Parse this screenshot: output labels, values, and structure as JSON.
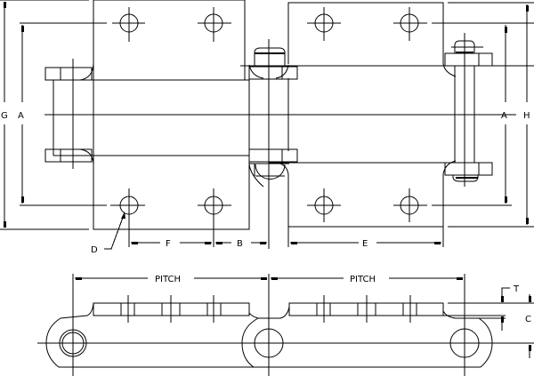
{
  "drawing": {
    "title": "Attachment chain link dimension drawing",
    "stroke_color": "#000000",
    "background_color": "#ffffff",
    "top_view": {
      "labels": {
        "G": "G",
        "A_left": "A",
        "A_right": "A",
        "H": "H",
        "D": "D",
        "F": "F",
        "B": "B",
        "E": "E"
      }
    },
    "side_view": {
      "labels": {
        "pitch_left": "PITCH",
        "pitch_right": "PITCH",
        "T": "T",
        "C": "C"
      }
    }
  }
}
